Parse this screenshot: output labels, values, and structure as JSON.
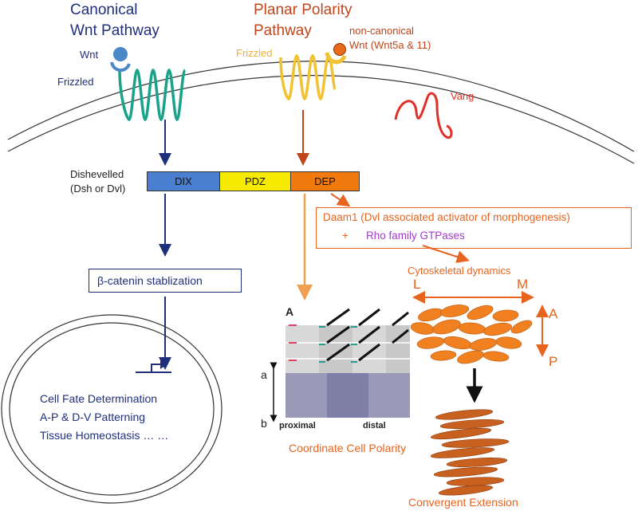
{
  "canonical": {
    "title_line1": "Canonical",
    "title_line2": "Wnt Pathway",
    "wnt": "Wnt",
    "frizzled": "Frizzled"
  },
  "planar": {
    "title_line1": "Planar Polarity",
    "title_line2": "Pathway",
    "frizzled": "Frizzled",
    "noncanonical_line1": "non-canonical",
    "noncanonical_line2": "Wnt (Wnt5a & 11)",
    "vang": "Vang"
  },
  "dishevelled": {
    "line1": "Dishevelled",
    "line2": "(Dsh or Dvl)",
    "domains": [
      "DIX",
      "PDZ",
      "DEP"
    ]
  },
  "daam_box": {
    "line1": "Daam1 (Dvl associated activator of morphogenesis)",
    "plus": "+",
    "line2": "Rho family GTPases"
  },
  "cytoskeletal": "Cytoskeletal dynamics",
  "axes": {
    "L": "L",
    "M": "M",
    "A": "A",
    "P": "P"
  },
  "catenin_box": "β-catenin stablization",
  "nucleus_text": [
    "Cell Fate Determination",
    "A-P & D-V Patterning",
    "Tissue Homeostasis … …"
  ],
  "polarity_panel": {
    "panel_letter": "A",
    "a": "a",
    "b": "b",
    "proximal": "proximal",
    "distal": "distal"
  },
  "coordinate_cell_polarity": "Coordinate Cell Polarity",
  "convergent_extension": "Convergent Extension",
  "colors": {
    "navy": "#1f2f7a",
    "orange": "#e8641e",
    "dix": "#4a7fd0",
    "pdz": "#f5ea00",
    "dep": "#f07a10",
    "red": "#e0302a"
  }
}
